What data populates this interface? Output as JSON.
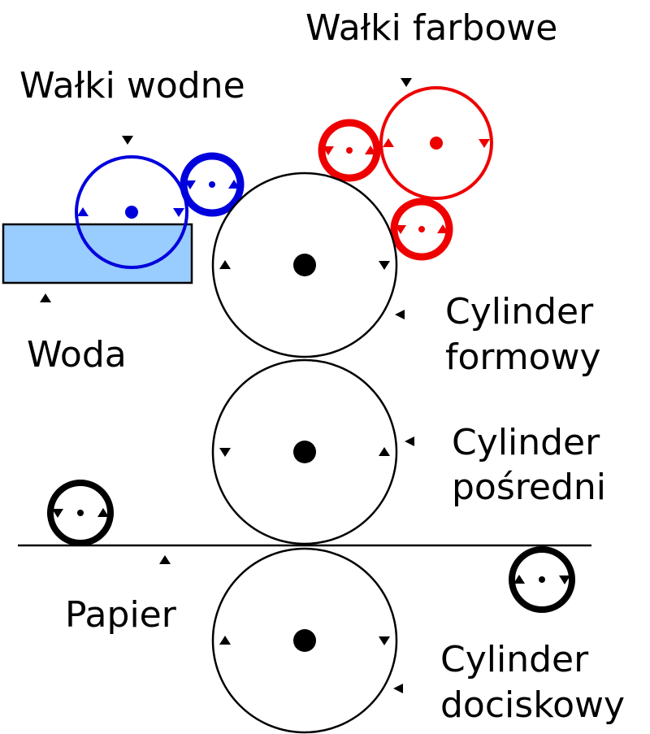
{
  "labels": {
    "ink_rollers": "Wałki farbowe",
    "water_rollers": "Wałki wodne",
    "water": "Woda",
    "plate_cylinder": [
      "Cylinder",
      "formowy"
    ],
    "blanket_cylinder": [
      "Cylinder",
      "pośredni"
    ],
    "paper": "Papier",
    "impression_cylinder": [
      "Cylinder",
      "dociskowy"
    ]
  },
  "colors": {
    "water_rollers": "#0000dd",
    "ink_rollers": "#ee0000",
    "water_fill": "#99ccff",
    "line": "#000000"
  }
}
